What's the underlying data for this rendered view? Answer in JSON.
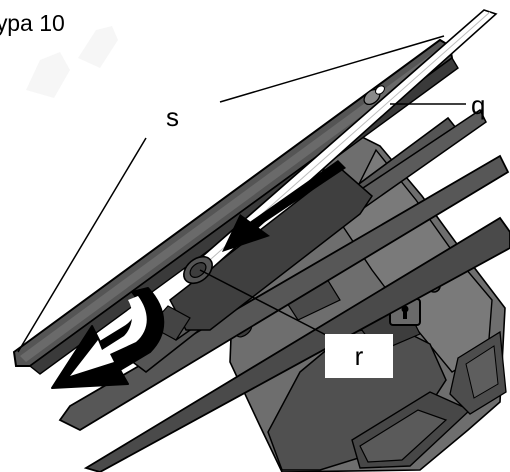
{
  "figure": {
    "title": "ура 10"
  },
  "labels": {
    "s": "s",
    "q": "q",
    "r": "r"
  },
  "colors": {
    "background": "#ffffff",
    "body_dark": "#3d3d3d",
    "body_mid": "#575757",
    "body_light": "#6e6e6e",
    "outline": "#000000",
    "tube_white": "#ffffff",
    "watermark": "#e6e6e6"
  },
  "icons": {
    "padlock": "padlock-icon",
    "push_arrow": "arrow-down-left-icon",
    "rotate_arrow": "curved-arrow-icon"
  }
}
